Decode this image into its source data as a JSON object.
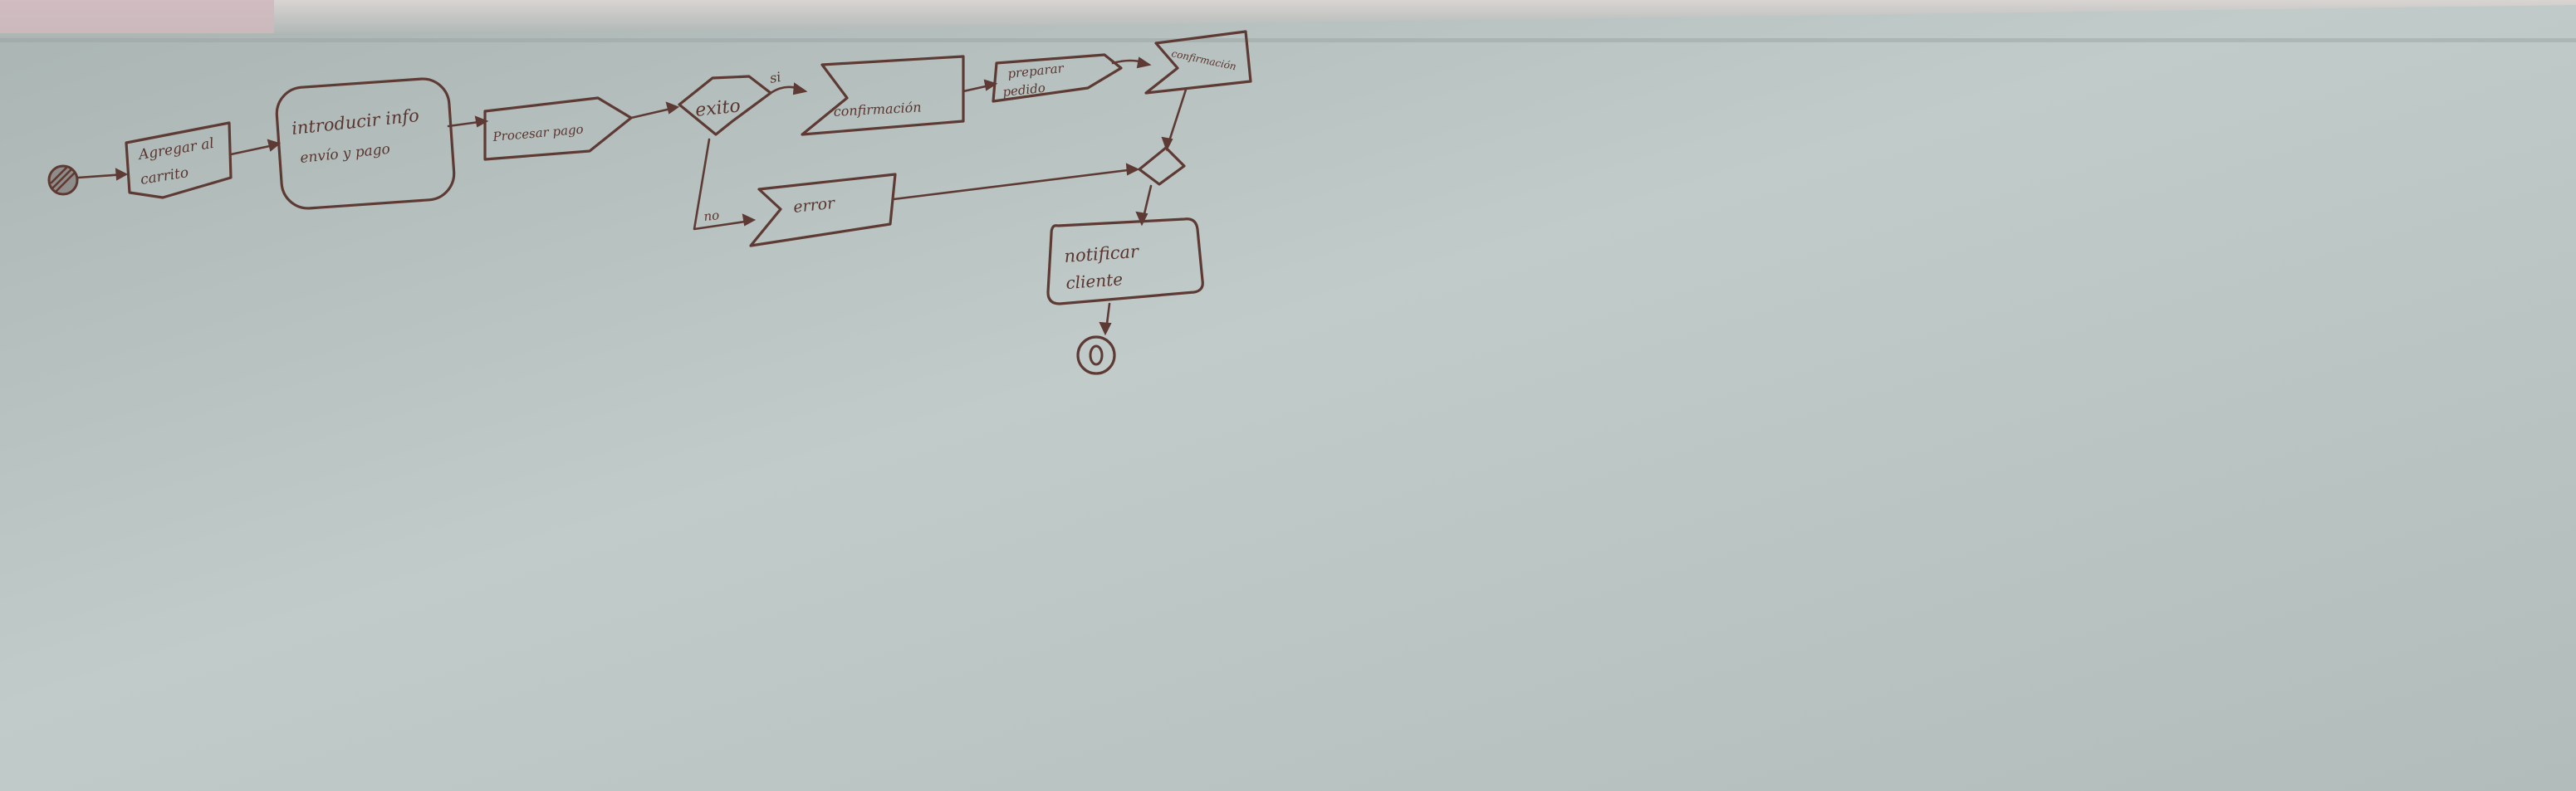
{
  "diagram": {
    "type": "activity-diagram",
    "nodes": [
      {
        "id": "start",
        "kind": "initial"
      },
      {
        "id": "agregar",
        "kind": "action",
        "lines": [
          "Agregar al",
          "carrito"
        ]
      },
      {
        "id": "introducir",
        "kind": "action",
        "lines": [
          "introducir info",
          "envío y pago"
        ]
      },
      {
        "id": "procesar",
        "kind": "send-signal",
        "lines": [
          "Procesar pago"
        ]
      },
      {
        "id": "exito",
        "kind": "decision",
        "lines": [
          "exito"
        ]
      },
      {
        "id": "confirmacion",
        "kind": "accept-event",
        "lines": [
          "confirmación"
        ]
      },
      {
        "id": "preparar",
        "kind": "send-signal",
        "lines": [
          "preparar",
          "pedido"
        ]
      },
      {
        "id": "confirmacion2",
        "kind": "accept-event",
        "lines": [
          "confirmación"
        ]
      },
      {
        "id": "error",
        "kind": "accept-event",
        "lines": [
          "error"
        ]
      },
      {
        "id": "merge",
        "kind": "merge"
      },
      {
        "id": "notificar",
        "kind": "action",
        "lines": [
          "notificar",
          "cliente"
        ]
      },
      {
        "id": "end",
        "kind": "final"
      }
    ],
    "edges": [
      {
        "from": "start",
        "to": "agregar"
      },
      {
        "from": "agregar",
        "to": "introducir"
      },
      {
        "from": "introducir",
        "to": "procesar"
      },
      {
        "from": "procesar",
        "to": "exito"
      },
      {
        "from": "exito",
        "to": "confirmacion",
        "guard": "si"
      },
      {
        "from": "exito",
        "to": "error",
        "guard": "no"
      },
      {
        "from": "confirmacion",
        "to": "preparar"
      },
      {
        "from": "preparar",
        "to": "confirmacion2"
      },
      {
        "from": "confirmacion2",
        "to": "merge"
      },
      {
        "from": "error",
        "to": "merge"
      },
      {
        "from": "merge",
        "to": "notificar"
      },
      {
        "from": "notificar",
        "to": "end"
      }
    ]
  }
}
